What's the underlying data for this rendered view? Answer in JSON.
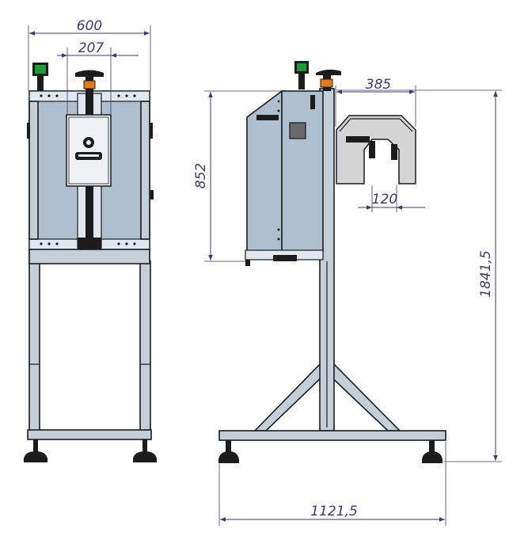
{
  "dimensions": {
    "overall_width": "600",
    "center_width": "207",
    "side_width": "385",
    "panel_height": "852",
    "opening_width": "120",
    "total_height": "1841,5",
    "total_depth": "1121,5"
  },
  "colors": {
    "frame_fill": "#c4cfd8",
    "panel_fill": "#aebfd0",
    "dimension_line": "#3a3a78",
    "green_indicator": "#1f9a3a",
    "orange_indicator": "#e47a1e",
    "grey_part": "#d4d4d4"
  },
  "icons": {
    "brand_logo": "spring-emblem-icon"
  }
}
